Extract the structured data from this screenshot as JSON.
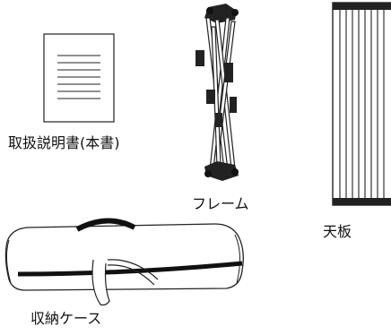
{
  "parts": {
    "manual": {
      "label": "取扱説明書(本書)",
      "icon": "document-icon"
    },
    "frame": {
      "label": "フレーム",
      "icon": "folding-frame-icon"
    },
    "tabletop": {
      "label": "天板",
      "icon": "roll-tabletop-icon"
    },
    "case": {
      "label": "収納ケース",
      "icon": "carry-bag-icon"
    }
  }
}
